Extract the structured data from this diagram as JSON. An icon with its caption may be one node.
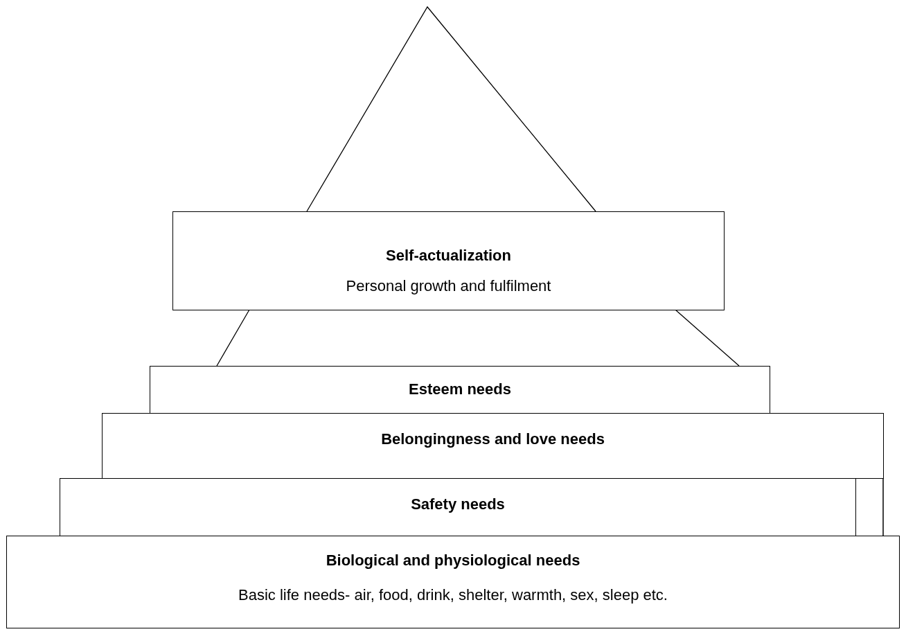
{
  "diagram": {
    "nodes": [
      {
        "text": [
          "Self-actualization",
          "Personal growth and fulfilment"
        ]
      },
      {
        "text": [
          "Esteem needs"
        ]
      },
      {
        "text": [
          "Belongingness and love needs"
        ]
      },
      {
        "text": [
          "Safety needs"
        ]
      },
      {
        "text": [
          "Biological and physiological needs",
          "Basic life needs- air, food, drink, shelter, warmth, sex, sleep etc."
        ]
      }
    ]
  }
}
